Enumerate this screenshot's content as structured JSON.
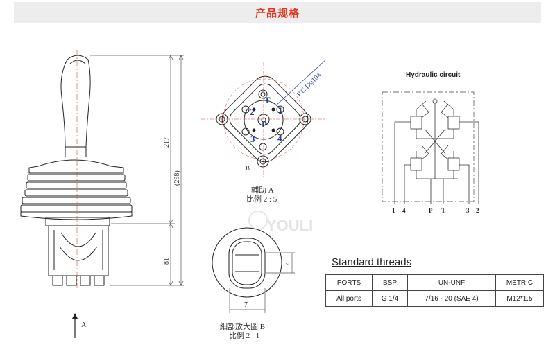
{
  "header": {
    "title": "产品规格"
  },
  "side_view": {
    "dim_217": "217",
    "dim_298": "(298)",
    "dim_81": "81",
    "arrow_label": "A"
  },
  "top_view": {
    "pcd_label": "P.C.Dφ104",
    "port_T": "T",
    "port_1": "1",
    "port_2": "2",
    "port_P": "P",
    "port_3": "3",
    "port_4": "4",
    "corner_B": "B",
    "caption_line1": "輔助 A",
    "caption_line2": "比例 2 : 5"
  },
  "detail_view": {
    "dim_4": "4",
    "dim_7": "7",
    "caption_line1": "細部放大圖 B",
    "caption_line2": "比例 2 : 1"
  },
  "watermark": "YOULI",
  "hydraulic": {
    "title": "Hydraulic circuit",
    "ports": [
      "1",
      "4",
      "P",
      "T",
      "3",
      "2"
    ]
  },
  "threads": {
    "title": "Standard threads",
    "headers": [
      "PORTS",
      "BSP",
      "UN-UNF",
      "METRIC"
    ],
    "row": [
      "All ports",
      "G 1/4",
      "7/16 - 20 (SAE 4)",
      "M12*1.5"
    ]
  },
  "colors": {
    "title_red": "#e8331c",
    "header_bg": "#ededed",
    "port_label_blue": "#2b3a9a",
    "leader_blue": "#3344aa",
    "center_line_red": "#d84040"
  }
}
